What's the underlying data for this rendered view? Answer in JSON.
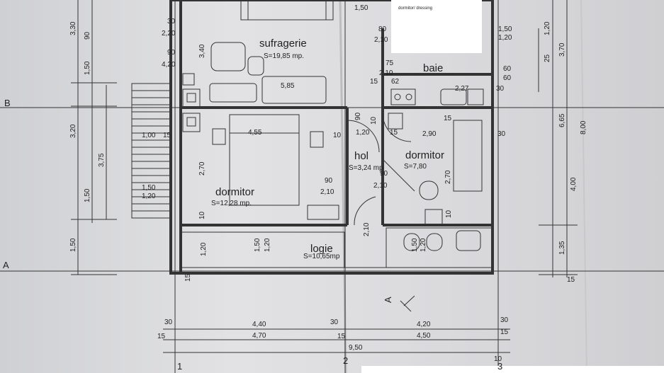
{
  "rooms": {
    "sufragerie": {
      "name": "sufragerie",
      "area": "S=19,85 mp."
    },
    "dormitor_1": {
      "name": "dormitor",
      "area": "S=12,28 mp."
    },
    "hol": {
      "name": "hol",
      "area": "S=3,24 mp"
    },
    "dormitor_2": {
      "name": "dormitor",
      "area": "S=7,80"
    },
    "baie": {
      "name": "baie"
    },
    "logie": {
      "name": "logie",
      "area": "S=10,65mp"
    }
  },
  "note": "dormitor/ dressing",
  "axes": {
    "row_b": "B",
    "row_a": "A",
    "col_1": "1",
    "col_2": "2",
    "col_3": "3",
    "section": "A"
  },
  "dims": {
    "top_30a": "30",
    "top_220": "2,20",
    "top_90a": "90",
    "top_420": "4,20",
    "top_340": "3,40",
    "top_150": "1,50",
    "top_80": "80",
    "top_210a": "2,10",
    "top_75": "75",
    "top_210b": "2,10",
    "top_15a": "15",
    "top_62": "62",
    "wc_227": "2,27",
    "wc_30": "30",
    "r_150": "1,50",
    "r_120a": "1,20",
    "r_60a": "60",
    "r_60b": "60",
    "r_25": "25",
    "r_120b": "1,20",
    "r_370": "3,70",
    "r_665": "6,65",
    "r_800": "8,00",
    "r_400": "4,00",
    "r_135": "1,35",
    "r_15": "15",
    "l_330": "3,30",
    "l_90": "90",
    "l_150a": "1,50",
    "l_320": "3,20",
    "l_375": "3,75",
    "l_150b": "1,50",
    "l_150c": "1,50",
    "st_100": "1,00",
    "st_15": "15",
    "st_150": "1,50",
    "st_120": "1,20",
    "sof_585": "5,85",
    "d1_455": "4,55",
    "d1_270": "2,70",
    "d1_10a": "10",
    "d1_10b": "10",
    "hol_90a": "90",
    "hol_120": "1,20",
    "hol_10": "10",
    "hol_15": "15",
    "hol_90b": "90",
    "hol_210": "2,10",
    "hol_90c": "90",
    "hol_210b": "2,10",
    "hol_210c": "2,10",
    "d2_290": "2,90",
    "d2_15": "15",
    "d2_30": "30",
    "d2_270": "2,70",
    "d2_10": "10",
    "lg_120a": "1,20",
    "lg_150": "1,50",
    "lg_120b": "1,20",
    "lg_150b": "1,50",
    "lg_120c": "1,20",
    "lg_15": "15",
    "b_30a": "30",
    "b_15a": "15",
    "b_440": "4,40",
    "b_30b": "30",
    "b_470": "4,70",
    "b_950": "9,50",
    "b_420": "4,20",
    "b_30c": "30",
    "b_450": "4,50",
    "b_15b": "15",
    "b_15c": "15",
    "b_10": "10"
  }
}
